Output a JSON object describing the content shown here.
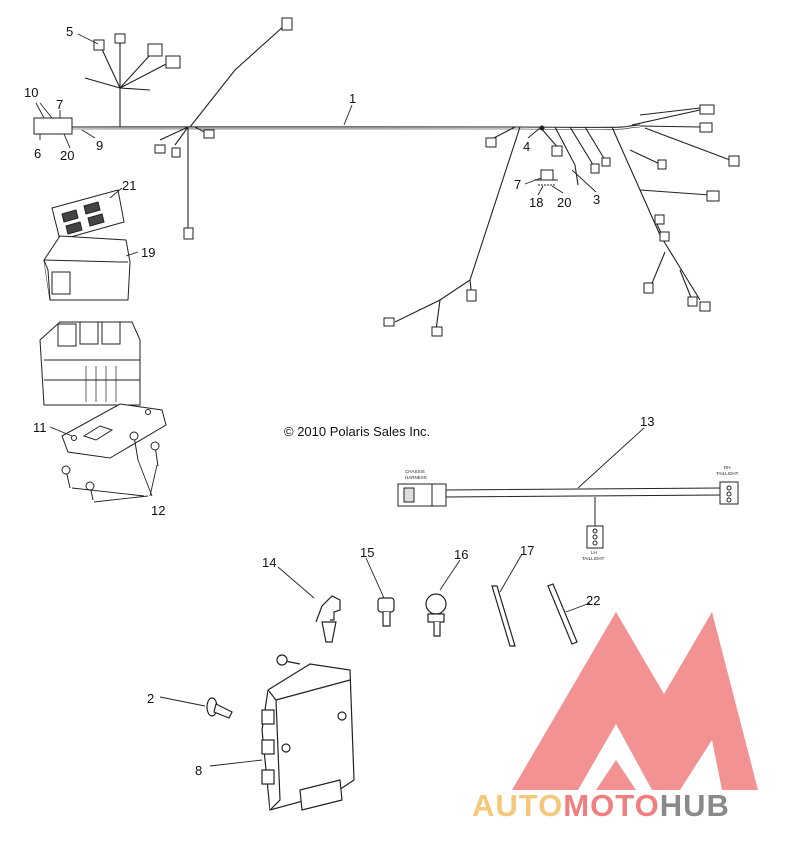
{
  "diagram": {
    "copyright": "© 2010 Polaris Sales Inc.",
    "callouts": {
      "c1": "1",
      "c2": "2",
      "c3": "3",
      "c4": "4",
      "c5": "5",
      "c6": "6",
      "c7a": "7",
      "c7b": "7",
      "c8": "8",
      "c9": "9",
      "c10": "10",
      "c11": "11",
      "c12": "12",
      "c13": "13",
      "c14": "14",
      "c15": "15",
      "c16": "16",
      "c17": "17",
      "c18": "18",
      "c19": "19",
      "c20a": "20",
      "c20b": "20",
      "c21": "21",
      "c22": "22"
    },
    "harness_labels": {
      "chassis_top": "CHASSIS",
      "chassis_bottom": "HARNESS",
      "rh_top": "RH",
      "rh_bottom": "TAILLIGHT",
      "lh_top": "LH",
      "lh_bottom": "TAILLIGHT"
    }
  },
  "watermark": {
    "part1": "AUTO",
    "part2": "MOTO",
    "part3": "HUB",
    "color_light": "#f5c77a",
    "color_red": "#f08080",
    "color_gray": "#8a8a8a"
  }
}
